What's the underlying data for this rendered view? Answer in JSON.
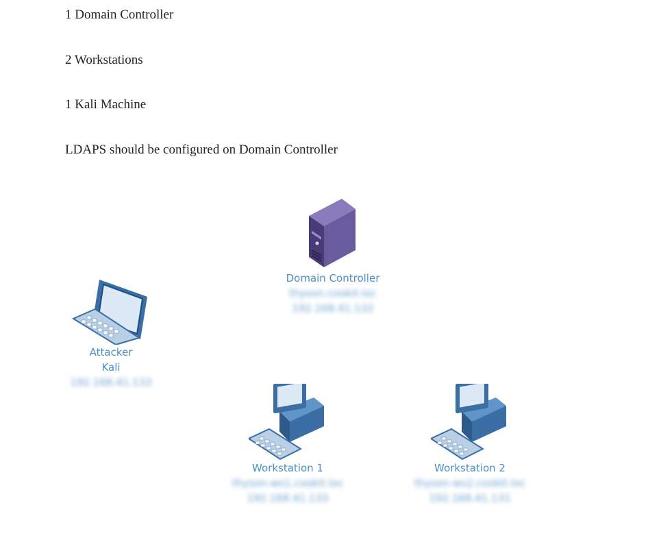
{
  "text_lines": [
    "1 Domain Controller",
    "2 Workstations",
    "1 Kali Machine",
    "LDAPS should be configured on Domain Controller"
  ],
  "diagram": {
    "nodes": [
      {
        "id": "dc",
        "icon": "server-icon",
        "name": "Domain Controller",
        "hostname": "thyson.cookit.loc",
        "ip": "192.168.41.132"
      },
      {
        "id": "attacker",
        "icon": "laptop-icon",
        "name": "Attacker",
        "sub": "Kali",
        "ip": "192.168.41.133"
      },
      {
        "id": "ws1",
        "icon": "workstation-icon",
        "name": "Workstation 1",
        "hostname": "thyson-ws1.cookit.loc",
        "ip": "192.168.41.133"
      },
      {
        "id": "ws2",
        "icon": "workstation-icon",
        "name": "Workstation 2",
        "hostname": "thyson-ws2.cookit.loc",
        "ip": "192.168.41.131"
      }
    ],
    "colors": {
      "label": "#4a8fc8",
      "server": "#5b4a8a"
    }
  }
}
